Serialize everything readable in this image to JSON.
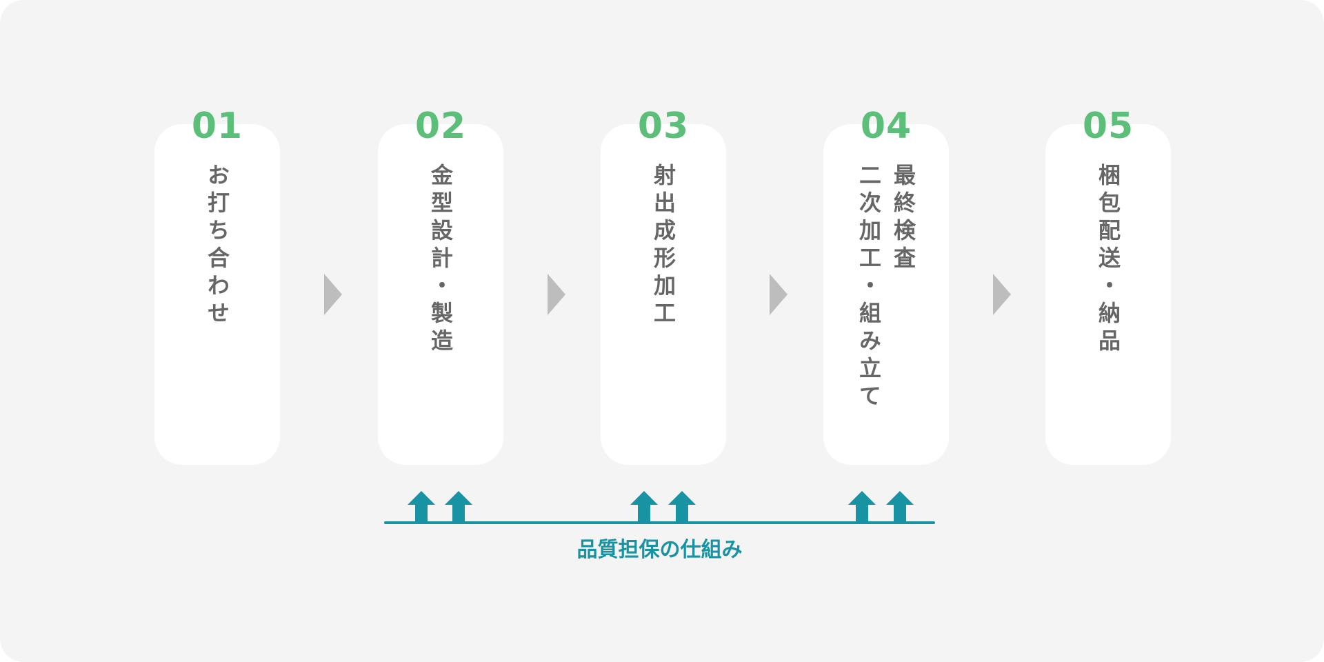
{
  "steps": [
    {
      "number": "01",
      "label_lines": [
        "お打ち合わせ"
      ]
    },
    {
      "number": "02",
      "label_lines": [
        "金型設計・製造"
      ]
    },
    {
      "number": "03",
      "label_lines": [
        "射出成形加工"
      ]
    },
    {
      "number": "04",
      "label_lines": [
        "最終検査",
        "二次加工・組み立て"
      ]
    },
    {
      "number": "05",
      "label_lines": [
        "梱包配送・納品"
      ]
    }
  ],
  "quality": {
    "caption": "品質担保の仕組み"
  },
  "colors": {
    "background": "#f4f4f4",
    "card": "#ffffff",
    "step_number": "#5bbf7a",
    "step_text": "#666666",
    "chevron": "#bdbdbd",
    "quality_accent": "#1793a3"
  },
  "icons": {
    "flow_arrow": "chevron-right-icon",
    "quality_arrow": "arrow-up-icon"
  }
}
